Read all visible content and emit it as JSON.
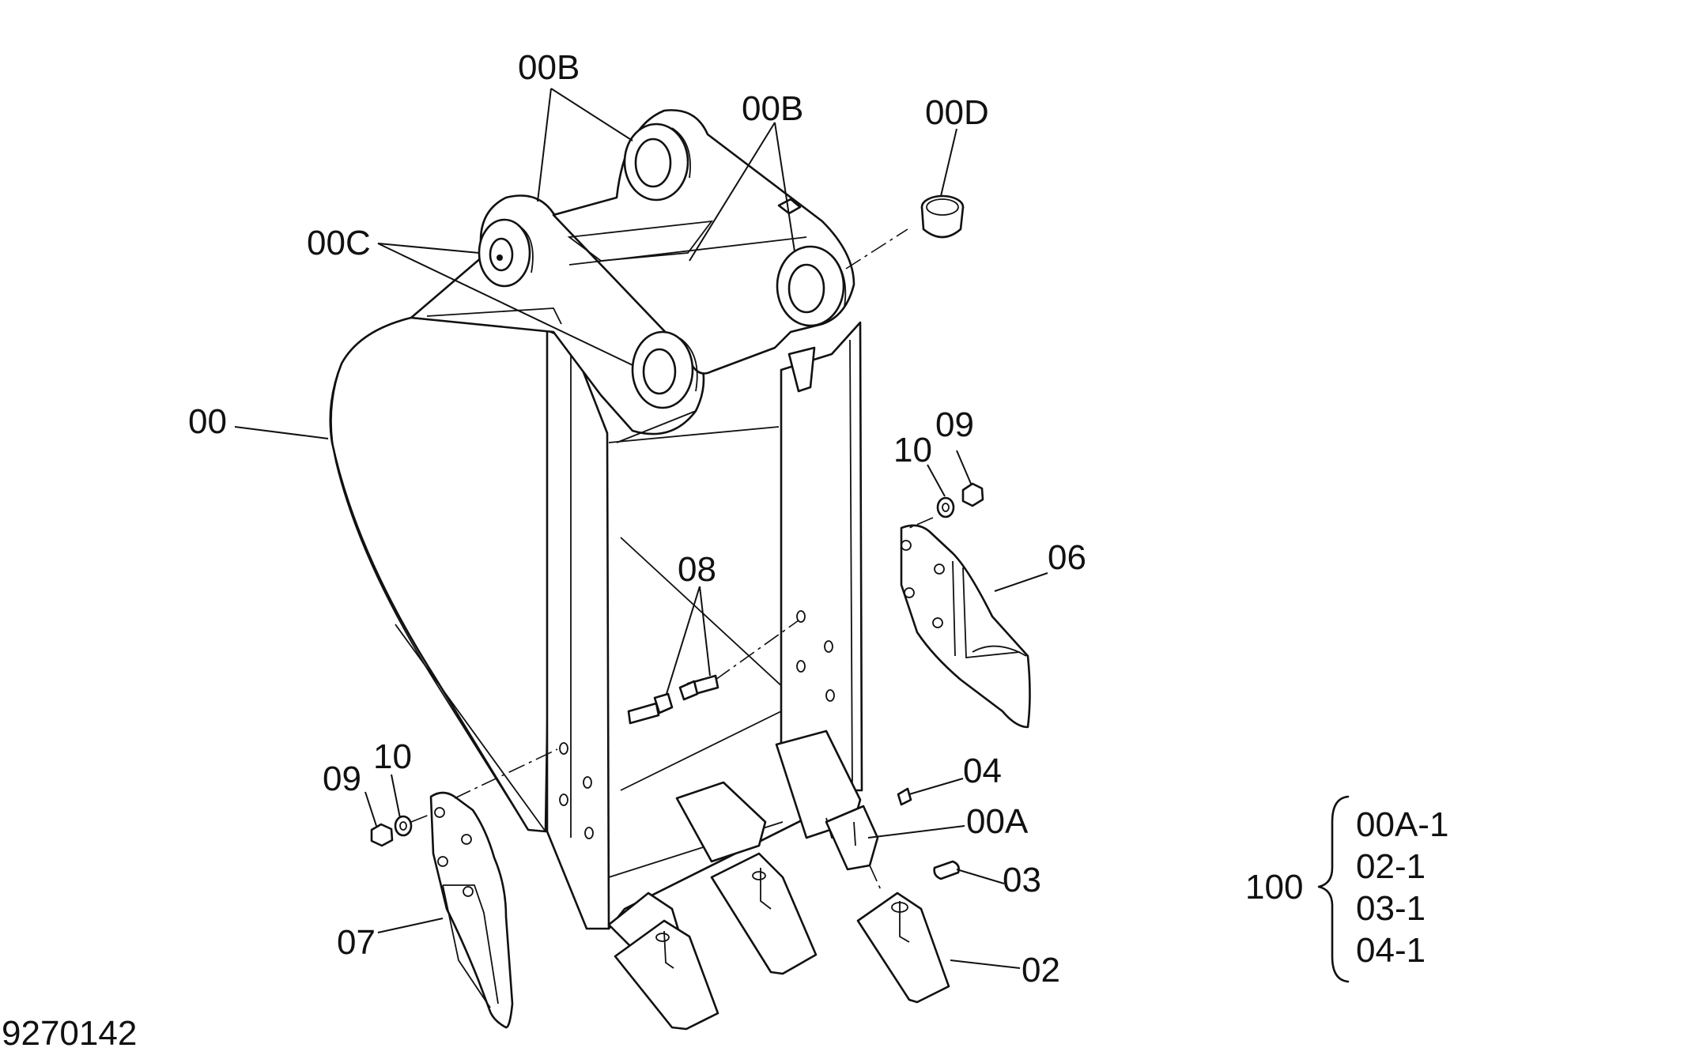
{
  "drawing": {
    "number": "9270142",
    "parts": {
      "bucket": "00",
      "bushing_b_top": "00B",
      "bushing_b_right": "00B",
      "bushing_c": "00C",
      "bushing_d": "00D",
      "adapter": "00A",
      "tooth": "02",
      "pin": "03",
      "lock": "04",
      "side_cutter_right": "06",
      "side_cutter_left": "07",
      "bolt": "08",
      "nut_right": "09",
      "washer_right": "10",
      "nut_left": "09",
      "washer_left": "10"
    },
    "kit": {
      "label": "100",
      "items": [
        "00A-1",
        "02-1",
        "03-1",
        "04-1"
      ]
    }
  }
}
